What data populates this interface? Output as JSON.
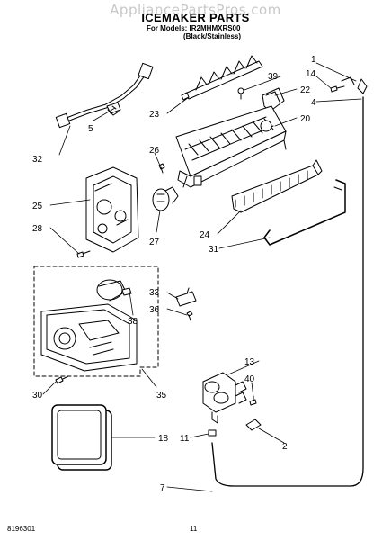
{
  "watermark": "AppliancePartsPros.com",
  "title": "ICEMAKER PARTS",
  "models_line": "For Models: IR2MHMXRS00",
  "variant_line": "(Black/Stainless)",
  "footer": {
    "doc_number": "8196301",
    "page": "11"
  },
  "callouts": {
    "c1": "1",
    "c14": "14",
    "c39": "39",
    "c22": "22",
    "c4": "4",
    "c20": "20",
    "c23": "23",
    "c5": "5",
    "c26": "26",
    "c32": "32",
    "c25": "25",
    "c28": "28",
    "c27": "27",
    "c24": "24",
    "c31": "31",
    "c33": "33",
    "c36": "36",
    "c38": "38",
    "c13": "13",
    "c40": "40",
    "c30": "30",
    "c35": "35",
    "c18": "18",
    "c11": "11",
    "c2": "2",
    "c7": "7"
  }
}
